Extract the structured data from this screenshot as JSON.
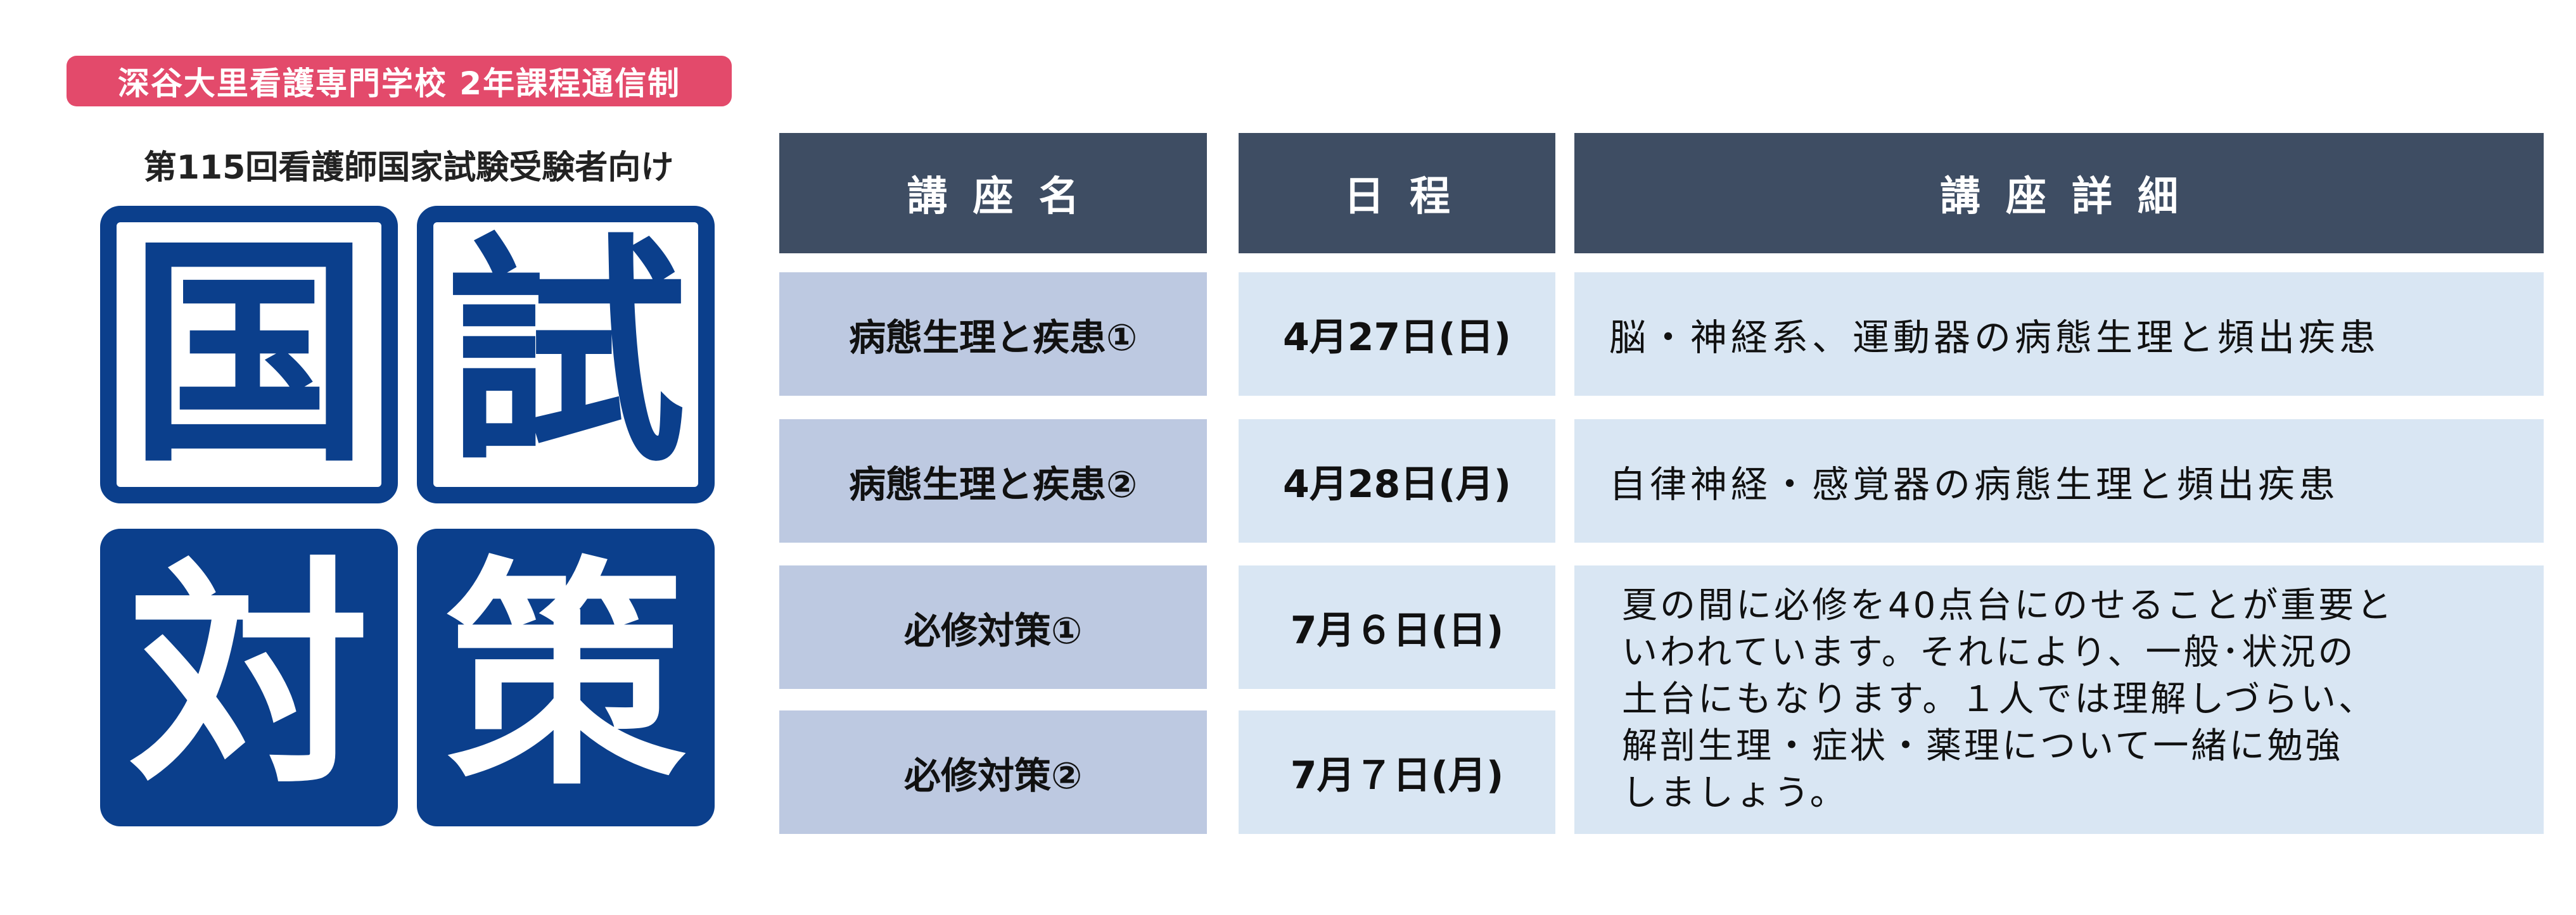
{
  "school": "深谷大里看護専門学校 2年課程通信制",
  "exam": "第115回看護師国家試験受験者向け",
  "tiles": [
    "国",
    "試",
    "対",
    "策"
  ],
  "colors": {
    "badge": "#e34a6b",
    "navy": "#0b3f8c",
    "header": "#3e4d63",
    "name_cell": "#bdc9e1",
    "detail_cell": "#d9e6f3"
  },
  "table": {
    "headers": {
      "name": "講座名",
      "date": "日程",
      "detail": "講座詳細"
    },
    "rows": [
      {
        "name": "病態生理と疾患①",
        "date": "4月27日(日)",
        "detail": "脳・神経系、運動器の病態生理と頻出疾患"
      },
      {
        "name": "病態生理と疾患②",
        "date": "4月28日(月)",
        "detail": "自律神経・感覚器の病態生理と頻出疾患"
      },
      {
        "name": "必修対策①",
        "date": "7月６日(日)"
      },
      {
        "name": "必修対策②",
        "date": "7月７日(月)"
      }
    ],
    "shared_detail": [
      "夏の間に必修を40点台にのせることが重要と",
      "いわれています。それにより、一般･状況の",
      "土台にもなります。１人では理解しづらい、",
      "解剖生理・症状・薬理について一緒に勉強",
      "しましょう。"
    ]
  }
}
